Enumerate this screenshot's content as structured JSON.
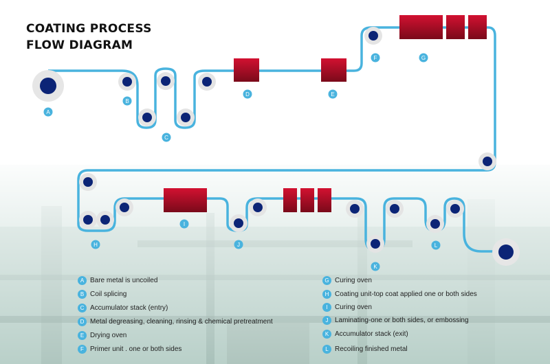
{
  "title": {
    "line1": "COATING PROCESS",
    "line2": "FLOW DIAGRAM"
  },
  "colors": {
    "line": "#49b3de",
    "roller": "#0c2476",
    "unit_top": "#c8102e",
    "unit_bottom": "#7d0a1c",
    "badge": "#49b3de"
  },
  "stations": [
    "A",
    "B",
    "C",
    "D",
    "E",
    "F",
    "G",
    "H",
    "I",
    "J",
    "K",
    "L"
  ],
  "legend_left": [
    {
      "letter": "A",
      "text": "Bare metal is uncoiled"
    },
    {
      "letter": "B",
      "text": "Coil splicing"
    },
    {
      "letter": "C",
      "text": "Accumulator stack (entry)"
    },
    {
      "letter": "D",
      "text": "Metal degreasing, cleaning, rinsing & chemical pretreatment"
    },
    {
      "letter": "E",
      "text": "Drying oven"
    },
    {
      "letter": "F",
      "text": "Primer unit . one or both sides"
    }
  ],
  "legend_right": [
    {
      "letter": "G",
      "text": "Curing oven"
    },
    {
      "letter": "H",
      "text": "Coating unit-top coat applied one or both sides"
    },
    {
      "letter": "I",
      "text": "Curing oven"
    },
    {
      "letter": "J",
      "text": "Laminating-one or both sides, or embossing"
    },
    {
      "letter": "K",
      "text": "Accumulator stack (exit)"
    },
    {
      "letter": "L",
      "text": "Recoiling finished metal"
    }
  ]
}
